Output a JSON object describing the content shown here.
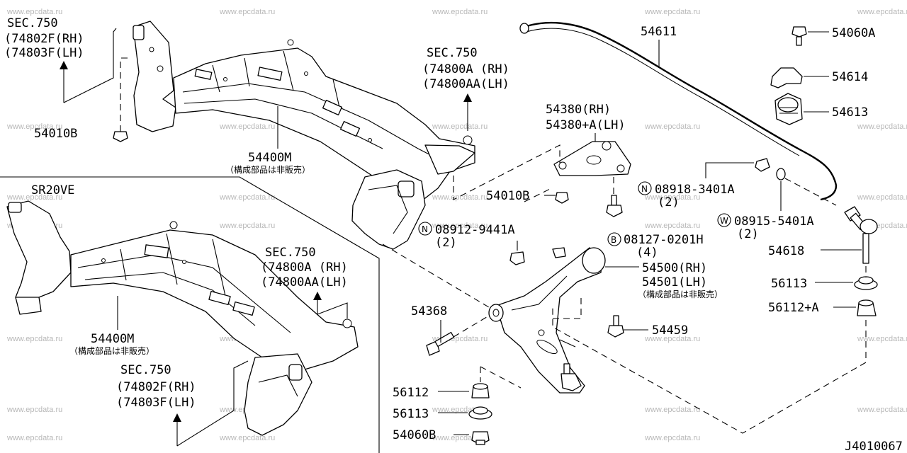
{
  "watermark": "www.epcdata.ru",
  "variant_label": "SR20VE",
  "drawing_code": "J4010067",
  "sec_refs": {
    "top_left": {
      "sec": "SEC.750",
      "l1": "(74802F(RH)",
      "l2": "(74803F(LH)"
    },
    "top_center": {
      "sec": "SEC.750",
      "l1": "(74800A (RH)",
      "l2": "(74800AA(LH)"
    },
    "mid_left": {
      "sec": "SEC.750",
      "l1": "(74800A (RH)",
      "l2": "(74800AA(LH)"
    },
    "bottom_left": {
      "sec": "SEC.750",
      "l1": "(74802F(RH)",
      "l2": "(74803F(LH)"
    }
  },
  "labels": {
    "p54010b_top": "54010B",
    "p54400m_top": "54400M",
    "p54400m_top_note": "（構成部品は非販売）",
    "p54400m_bottom": "54400M",
    "p54400m_bottom_note": "（構成部品は非販売）",
    "p54380_rh": "54380(RH)",
    "p54380_lh": "54380+A(LH)",
    "p54010b_mid": "54010B",
    "p08912": "08912-9441A",
    "p08912_qty": "(2)",
    "p08918": "08918-3401A",
    "p08918_qty": "(2)",
    "p08915": "08915-5401A",
    "p08915_qty": "(2)",
    "p08127": "08127-0201H",
    "p08127_qty": "(4)",
    "p54500": "54500(RH)",
    "p54501": "54501(LH)",
    "p54501_note": "（構成部品は非販売）",
    "p54368": "54368",
    "p54459": "54459",
    "p54611": "54611",
    "p54060a": "54060A",
    "p54614": "54614",
    "p54613": "54613",
    "p54618": "54618",
    "p56113_right": "56113",
    "p56112a": "56112+A",
    "p56112": "56112",
    "p56113_bottom": "56113",
    "p54060b": "54060B"
  },
  "circle_prefixes": {
    "n1": "N",
    "n2": "N",
    "w": "W",
    "b": "B"
  }
}
